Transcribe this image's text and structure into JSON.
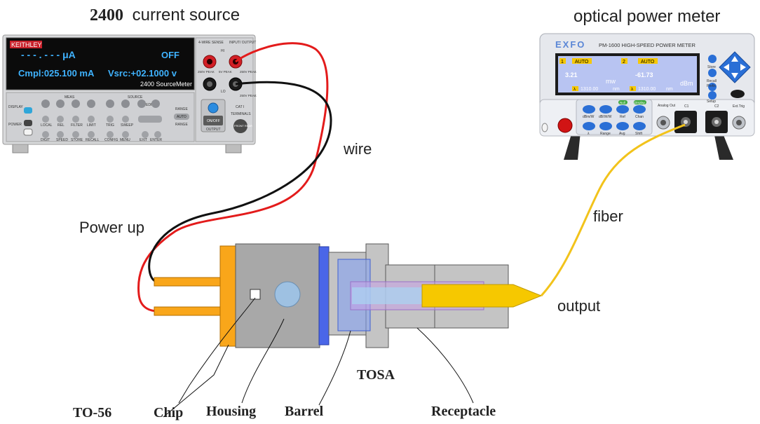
{
  "titles": {
    "source_num": "2400",
    "source_text": "current source",
    "meter": "optical power meter"
  },
  "labels": {
    "wire": "wire",
    "fiber": "fiber",
    "power_up": "Power up",
    "output": "output",
    "tosa": "TOSA",
    "to56": "TO-56",
    "chip": "Chip",
    "housing": "Housing",
    "barrel": "Barrel",
    "receptacle": "Receptacle"
  },
  "keithley": {
    "brand": "KEITHLEY",
    "reading": "- - - . - - -  μA",
    "state": "OFF",
    "cmpl": "Cmpl:025.100   mA",
    "vsrc": "Vsrc:+02.1000 v",
    "model": "2400 SourceMeter",
    "meas": "MEAS",
    "source": "SOURCE",
    "display": "DISPLAY",
    "power": "POWER",
    "range": "RANGE",
    "auto": "AUTO",
    "on_off": "ON/OFF",
    "output_btn": "OUTPUT",
    "front_rear": "FRONT REAR",
    "terminals": "TERMINALS",
    "four_wire": "4-WIRE SENSE",
    "input_output": "INPUT/ OUTPUT",
    "hi": "HI",
    "lo": "LO",
    "peak_left": "250V PEAK",
    "peak_mid": "5V PEAK",
    "peak_right": "250V PEAK",
    "peak_bottom": "250V PEAK",
    "cat": "CAT I",
    "edit": "EDIT",
    "row_labels": [
      "LOCAL",
      "REL",
      "FILTER",
      "LIMIT",
      "TRIG",
      "SWEEP"
    ],
    "row_labels2": [
      "DIGIT",
      "SPEED",
      "STORE",
      "RECALL",
      "CONFIG",
      "MENU",
      "EXIT",
      "ENTER"
    ]
  },
  "exfo": {
    "brand": "EXFO",
    "model": "PM-1600 HIGH-SPEED POWER METER",
    "ch1_num": "1",
    "ch1_mode": "AUTO",
    "ch2_num": "2",
    "ch2_mode": "AUTO",
    "value1": "3.21",
    "unit1": "mw",
    "value2": "-61.73",
    "unit2": "dBm",
    "lambda1": "1310.00",
    "lambda2": "1310.00",
    "nm": "nm",
    "lambda_sym": "λ",
    "side_buttons": [
      "Store",
      "Recall",
      "Prefix",
      "Setup"
    ],
    "key_row1": [
      "dBm/W",
      "dB/W/W",
      "Ref",
      "Chan"
    ],
    "key_row2": [
      "λ",
      "Range",
      "Avg",
      "Shift"
    ],
    "key_tags": [
      "Null",
      "Display"
    ],
    "analog_out": "Analog Out",
    "c1": "C1",
    "c2": "C2",
    "ext_trig": "Ext.Trig"
  },
  "colors": {
    "wire_red": "#e31b1b",
    "wire_black": "#111111",
    "fiber": "#f2c31b",
    "to56_orange": "#f9a61a",
    "housing_gray": "#a8a8a8",
    "barrel_blue": "#4a66e8",
    "ferrule_yellow": "#f6c800",
    "lcd_bg": "#0b0b0b",
    "lcd_text": "#3fb3ff",
    "exfo_screen": "#b8c4f2",
    "exfo_key": "#2a6fd6"
  }
}
